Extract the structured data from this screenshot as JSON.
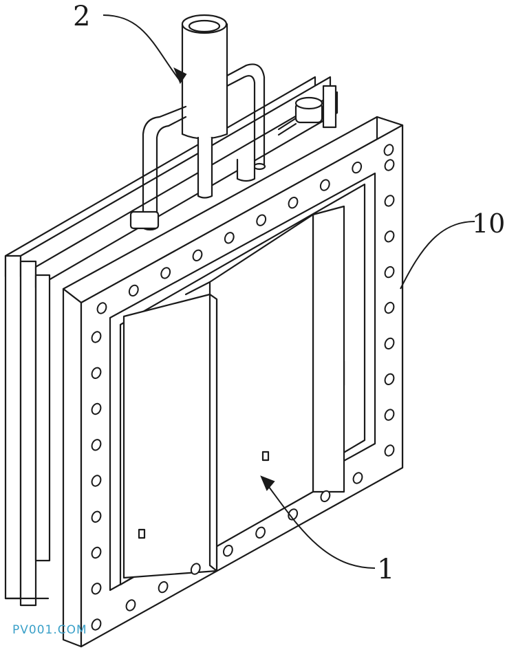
{
  "labels": {
    "part_2": "2",
    "part_10": "10",
    "part_1": "1"
  },
  "watermark": "PV001.COM",
  "colors": {
    "line": "#1a1a1a",
    "fill": "#ffffff",
    "watermark": "#3aa0c8"
  }
}
